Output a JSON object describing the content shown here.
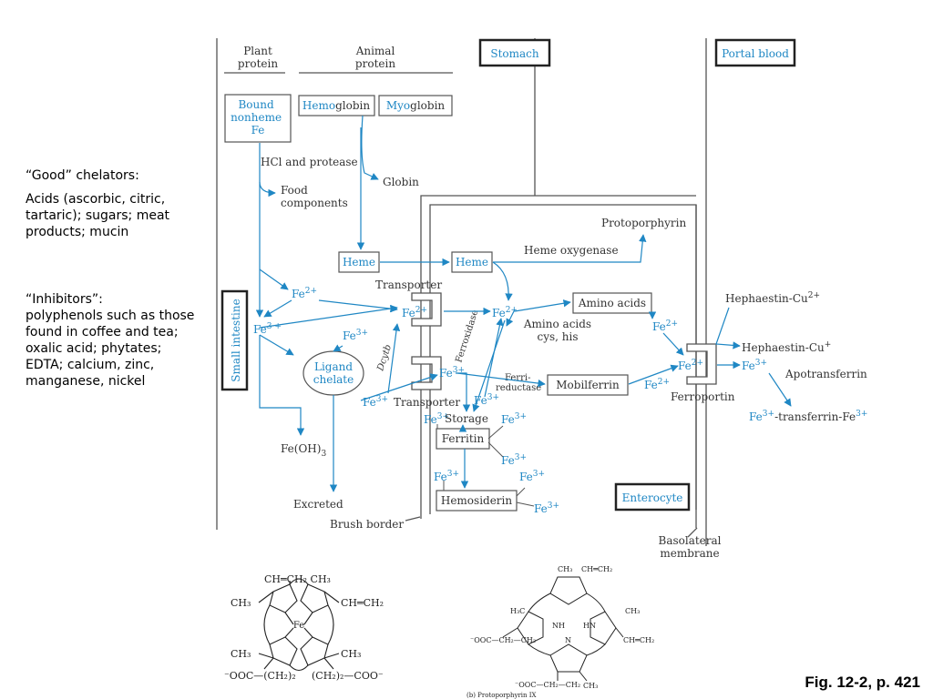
{
  "side_notes": {
    "good_title": "“Good” chelators:",
    "good_body": "Acids (ascorbic, citric, tartaric); sugars; meat products; mucin",
    "inhibitors_title": "“Inhibitors”:",
    "inhibitors_body": "polyphenols such as those found in coffee and tea; oxalic acid; phytates; EDTA; calcium, zinc, manganese, nickel"
  },
  "diagram": {
    "colors": {
      "blue": "#1f87c4",
      "text": "#333333",
      "line": "#555555"
    },
    "headers": {
      "plant_1": "Plant",
      "plant_2": "protein",
      "animal_1": "Animal",
      "animal_2": "protein",
      "stomach": "Stomach",
      "portal_blood": "Portal blood",
      "small_intestine": "Small intestine",
      "enterocyte": "Enterocyte"
    },
    "labels": {
      "bound_1": "Bound",
      "bound_2": "nonheme",
      "bound_3": "Fe",
      "hemoglobin_a": "Hemo",
      "hemoglobin_b": "globin",
      "myoglobin_a": "Myo",
      "myoglobin_b": "globin",
      "hcl": "HCl and protease",
      "globin": "Globin",
      "food_1": "Food",
      "food_2": "components",
      "heme_left": "Heme",
      "heme_right": "Heme",
      "protoporphyrin": "Protoporphyrin",
      "heme_oxygenase": "Heme oxygenase",
      "transporter_top": "Transporter",
      "transporter_bottom": "Transporter",
      "ligand_1": "Ligand",
      "ligand_2": "chelate",
      "dcytb": "Dcytb",
      "ferroxidase": "Ferroxidase",
      "ferri_1": "Ferri-",
      "ferri_2": "reductase",
      "amino_acids_box": "Amino acids",
      "amino_acids_1": "Amino acids",
      "amino_acids_2": "cys, his",
      "mobilferrin": "Mobilferrin",
      "storage": "Storage",
      "ferritin": "Ferritin",
      "hemosiderin": "Hemosiderin",
      "feoh3": "Fe(OH)",
      "feoh3_sub": "3",
      "excreted": "Excreted",
      "brush_border": "Brush border",
      "ferroportin": "Ferroportin",
      "hephaestin_cu2": "Hephaestin-Cu",
      "hephaestin_cu2_sup": "2+",
      "hephaestin_cu": "Hephaestin-Cu",
      "hephaestin_cu_sup": "+",
      "apotransferrin": "Apotransferrin",
      "fe3_transferrin_a": "Fe",
      "fe3_transferrin_b": "-transferrin-Fe",
      "basolateral_1": "Basolateral",
      "basolateral_2": "membrane",
      "fe": "Fe",
      "sup2": "2+",
      "sup3": "3+",
      "sup3b": "3 +"
    },
    "structures": {
      "a_top": "CH═CH₂ CH₃",
      "a_left_top": "CH₃",
      "a_right_top": "CH═CH₂",
      "a_left_bottom": "CH₃",
      "a_right_bottom": "CH₃",
      "a_center": "Fe",
      "a_bottom_left": "⁻OOC—(CH₂)₂",
      "a_bottom_right": "(CH₂)₂—COO⁻",
      "b_ch3_top": "CH₃",
      "b_vinyl_top": "CH═CH₂",
      "b_h3c": "H₃C",
      "b_vinyl_right": "CH═CH₂",
      "b_left_chain": "⁻OOC—CH₂—CH₂",
      "b_bottom_chain": "⁻OOC—CH₂—CH₂",
      "b_ch3_right": "CH₃",
      "b_ch3_bottom": "CH₃",
      "b_nh1": "NH",
      "b_nh2": "HN",
      "b_n": "N",
      "b_caption": "(b) Protoporphyrin IX"
    }
  },
  "figure_label": "Fig. 12-2, p. 421"
}
